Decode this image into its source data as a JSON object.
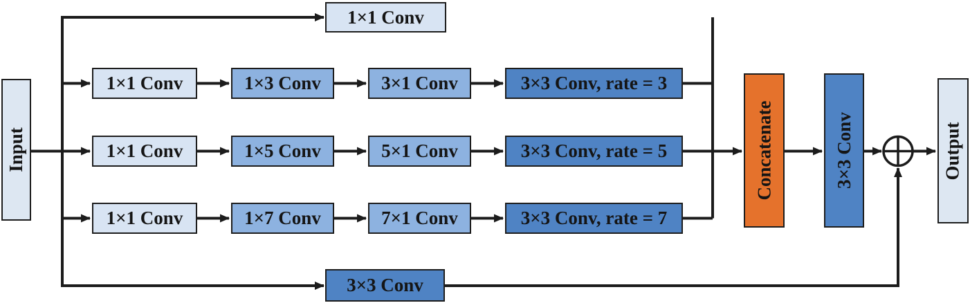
{
  "diagram": {
    "description": "Multi-branch dilated convolution block diagram",
    "nodes": {
      "input": "Input",
      "output": "Output",
      "top_skip_conv": "1×1 Conv",
      "bottom_skip_conv": "3×3 Conv",
      "concatenate": "Concatenate",
      "fusion_conv": "3×3 Conv",
      "branches": [
        {
          "reduce": "1×1 Conv",
          "horizontal": "1×3 Conv",
          "vertical": "3×1 Conv",
          "dilated": "3×3 Conv, rate = 3"
        },
        {
          "reduce": "1×1 Conv",
          "horizontal": "1×5 Conv",
          "vertical": "5×1 Conv",
          "dilated": "3×3 Conv, rate = 5"
        },
        {
          "reduce": "1×1 Conv",
          "horizontal": "1×7 Conv",
          "vertical": "7×1 Conv",
          "dilated": "3×3 Conv, rate = 7"
        }
      ]
    },
    "operators": {
      "sum": "⊕"
    },
    "colors": {
      "io_box": "#dde7f2",
      "light_conv": "#d8e4f3",
      "medium_conv": "#8db2e0",
      "dark_conv": "#4f83c4",
      "concatenate": "#e5722c",
      "line": "#1c1c1c",
      "border": "#1d1d1d"
    }
  }
}
